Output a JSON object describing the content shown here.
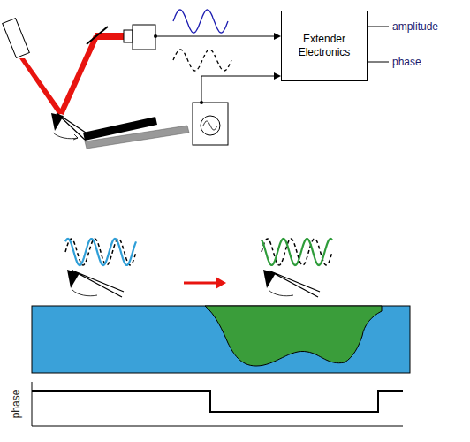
{
  "diagram": {
    "nodes": [
      {
        "text": [
          "Extender Electronics"
        ]
      }
    ],
    "labels": [
      "amplitude",
      "phase",
      "phase"
    ]
  }
}
